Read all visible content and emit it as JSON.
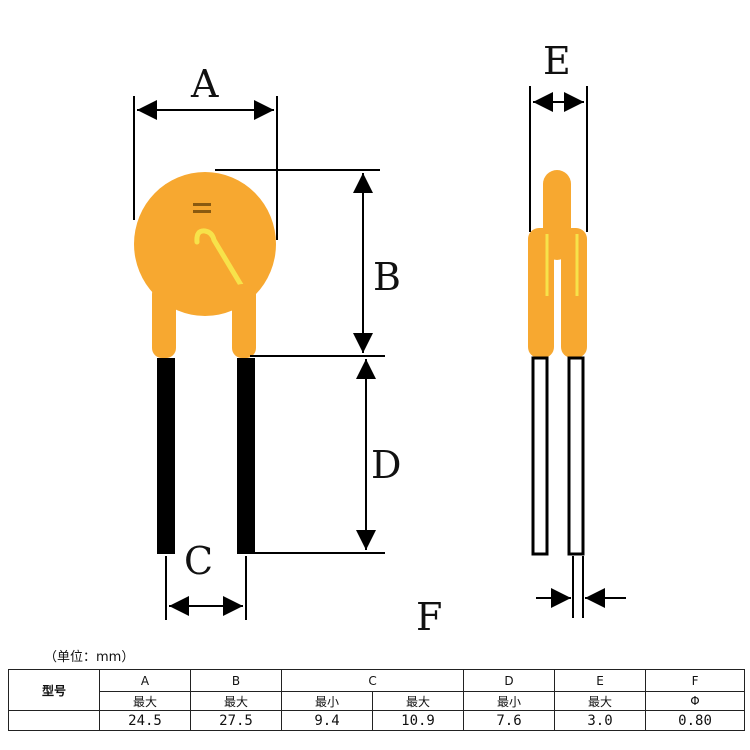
{
  "dimension_labels": {
    "A": "A",
    "B": "B",
    "C": "C",
    "D": "D",
    "E": "E",
    "F": "F"
  },
  "colors": {
    "body": "#f7a830",
    "marking": "#f7e24a",
    "lead": "#000000",
    "line": "#000000"
  },
  "unit_note": "（单位：mm）",
  "table": {
    "model_header": "型号",
    "columns": [
      {
        "name": "A",
        "subheaders": [
          "最大"
        ],
        "values": [
          "24.5"
        ]
      },
      {
        "name": "B",
        "subheaders": [
          "最大"
        ],
        "values": [
          "27.5"
        ]
      },
      {
        "name": "C",
        "subheaders": [
          "最小",
          "最大"
        ],
        "values": [
          "9.4",
          "10.9"
        ]
      },
      {
        "name": "D",
        "subheaders": [
          "最小"
        ],
        "values": [
          "7.6"
        ]
      },
      {
        "name": "E",
        "subheaders": [
          "最大"
        ],
        "values": [
          "3.0"
        ]
      },
      {
        "name": "F",
        "subheaders": [
          "Φ"
        ],
        "values": [
          "0.80"
        ]
      }
    ]
  }
}
